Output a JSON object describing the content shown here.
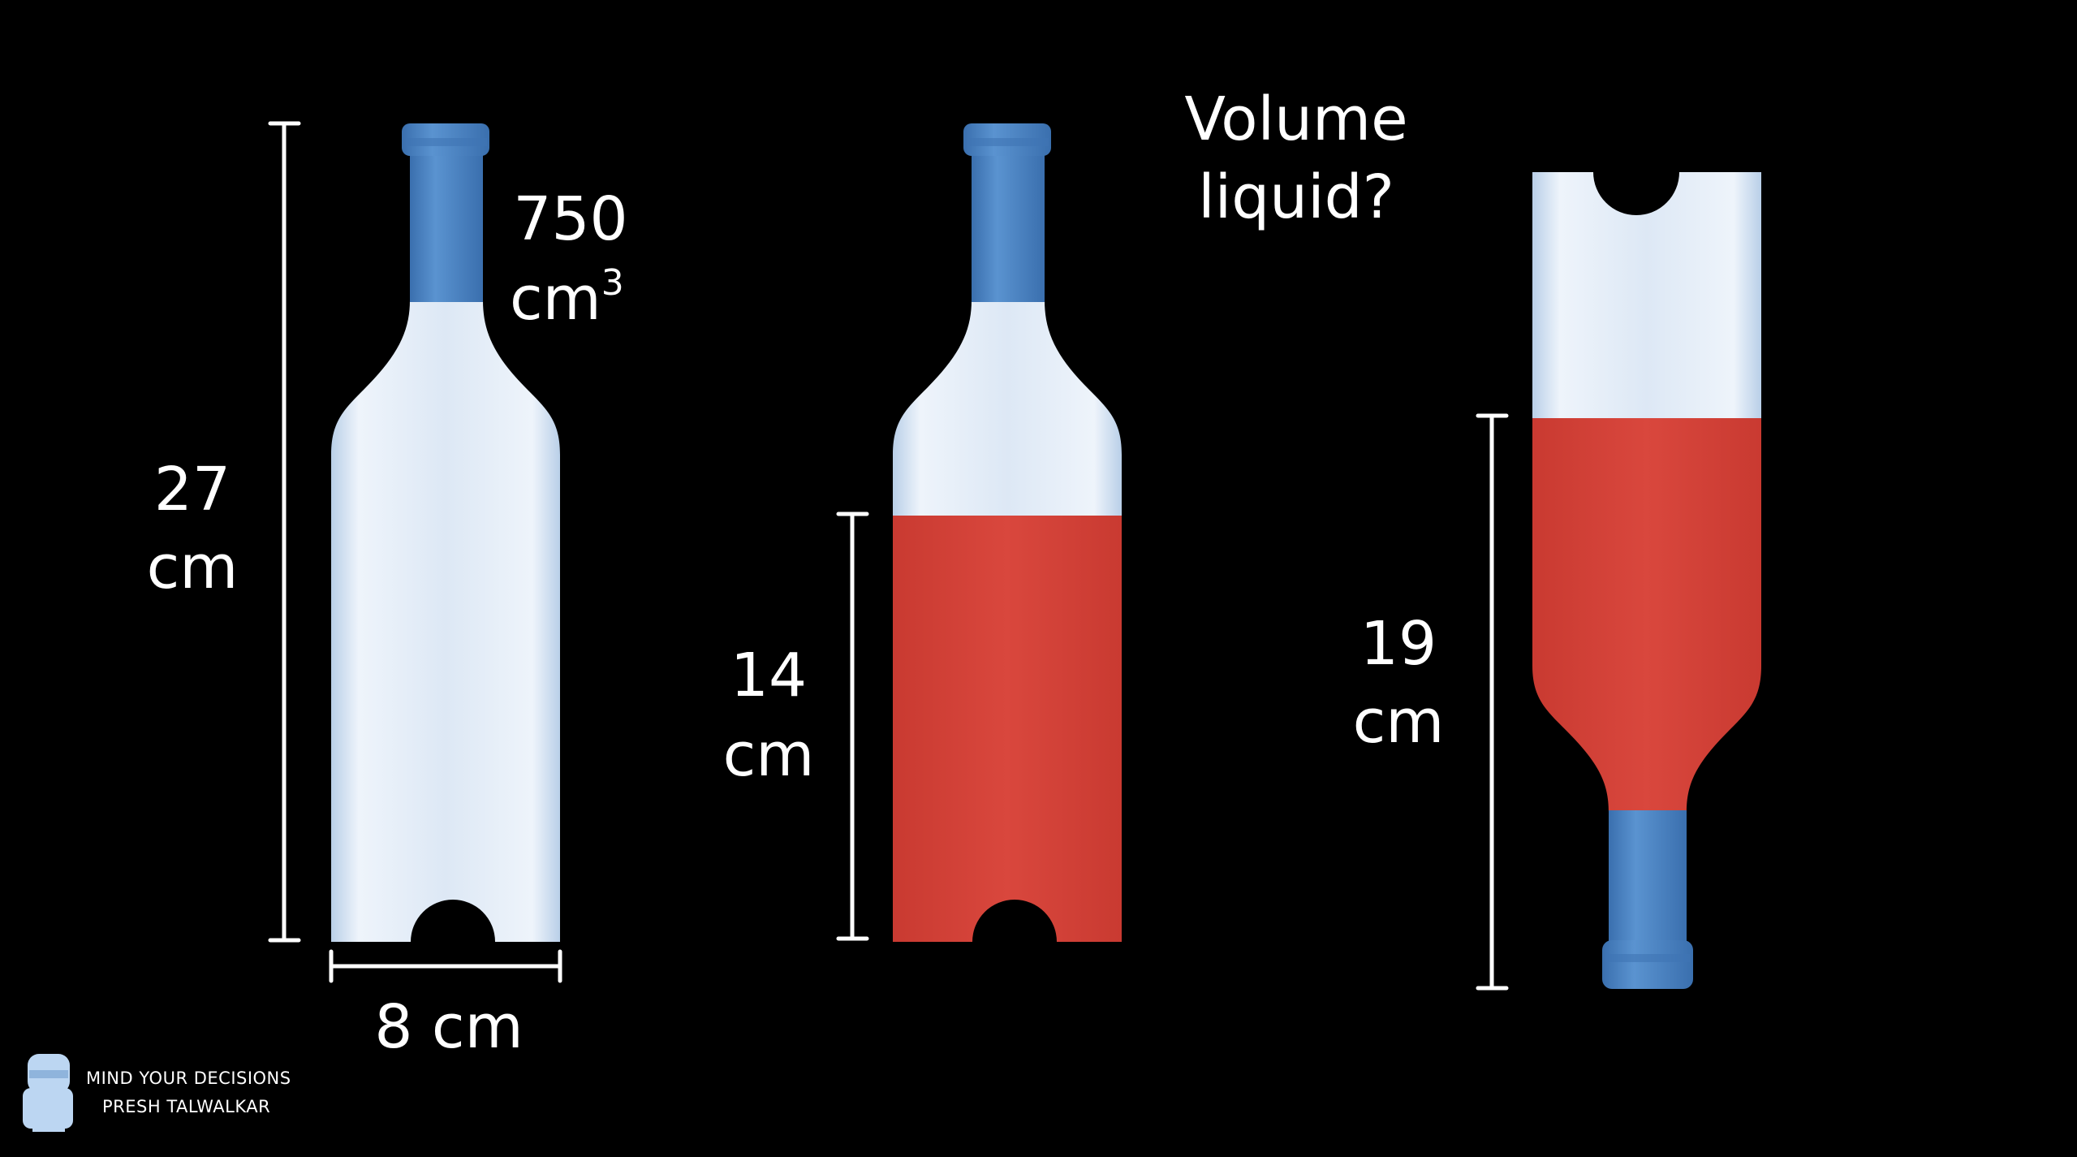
{
  "question": {
    "line1": "Volume",
    "line2": "liquid?"
  },
  "bottle_full": {
    "height_value": "27",
    "height_unit": "cm",
    "width_label": "8 cm",
    "volume_value": "750",
    "volume_unit": "cm",
    "volume_exponent": "3"
  },
  "bottle_upright": {
    "liquid_height_value": "14",
    "liquid_height_unit": "cm"
  },
  "bottle_inverted": {
    "air_top_value": "19",
    "air_top_unit": "cm"
  },
  "watermark": {
    "line1": "MIND YOUR DECISIONS",
    "line2": "PRESH TALWALKAR"
  },
  "colors": {
    "background": "#000000",
    "glass": "#dfe9f6",
    "glass_edge": "#b7cde6",
    "cap": "#4a84c4",
    "liquid": "#d2433a",
    "text": "#ffffff"
  },
  "icons": [
    "person-logo-icon"
  ]
}
